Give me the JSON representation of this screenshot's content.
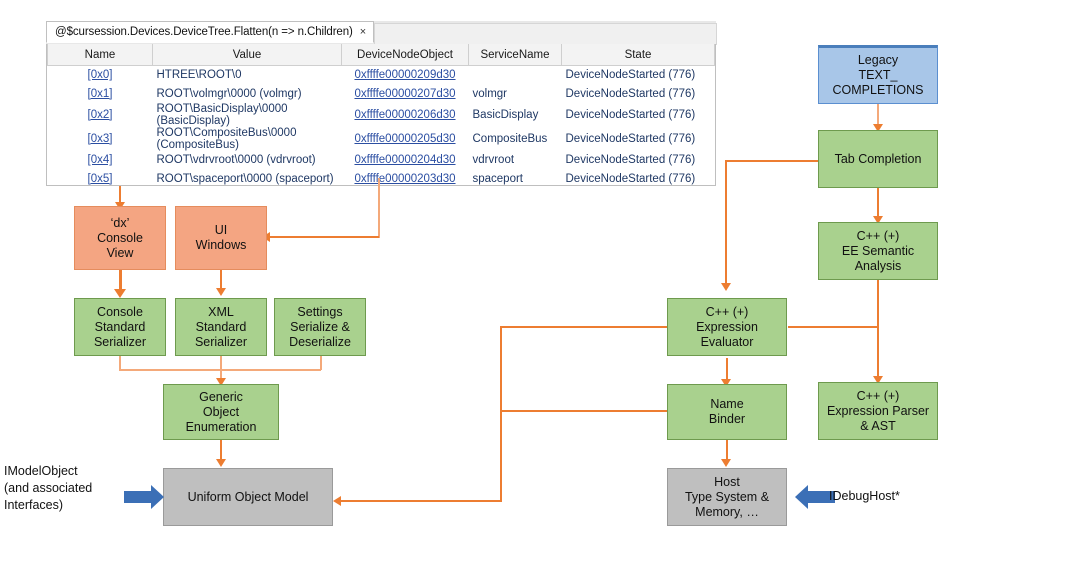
{
  "debugger_window": {
    "tab": {
      "label": "@$cursession.Devices.DeviceTree.Flatten(n => n.Children)",
      "close_icon": "×"
    },
    "grid": {
      "columns": [
        "Name",
        "Value",
        "DeviceNodeObject",
        "ServiceName",
        "State"
      ],
      "rows": [
        {
          "name": "[0x0]",
          "value": "HTREE\\ROOT\\0",
          "device_node_object": "0xffffe00000209d30",
          "service_name": "",
          "state": "DeviceNodeStarted (776)"
        },
        {
          "name": "[0x1]",
          "value": "ROOT\\volmgr\\0000 (volmgr)",
          "device_node_object": "0xffffe00000207d30",
          "service_name": "volmgr",
          "state": "DeviceNodeStarted (776)"
        },
        {
          "name": "[0x2]",
          "value": "ROOT\\BasicDisplay\\0000 (BasicDisplay)",
          "device_node_object": "0xffffe00000206d30",
          "service_name": "BasicDisplay",
          "state": "DeviceNodeStarted (776)"
        },
        {
          "name": "[0x3]",
          "value": "ROOT\\CompositeBus\\0000 (CompositeBus)",
          "device_node_object": "0xffffe00000205d30",
          "service_name": "CompositeBus",
          "state": "DeviceNodeStarted (776)"
        },
        {
          "name": "[0x4]",
          "value": "ROOT\\vdrvroot\\0000 (vdrvroot)",
          "device_node_object": "0xffffe00000204d30",
          "service_name": "vdrvroot",
          "state": "DeviceNodeStarted (776)"
        },
        {
          "name": "[0x5]",
          "value": "ROOT\\spaceport\\0000 (spaceport)",
          "device_node_object": "0xffffe00000203d30",
          "service_name": "spaceport",
          "state": "DeviceNodeStarted (776)"
        }
      ]
    }
  },
  "diagram": {
    "nodes": {
      "dx_console_view": {
        "label": "‘dx’\nConsole\nView",
        "color": "#F4A582"
      },
      "ui_windows": {
        "label": "UI\nWindows",
        "color": "#F4A582"
      },
      "console_serializer": {
        "label": "Console\nStandard\nSerializer",
        "color": "#A9D18E"
      },
      "xml_serializer": {
        "label": "XML\nStandard\nSerializer",
        "color": "#A9D18E"
      },
      "settings_serialize": {
        "label": "Settings\nSerialize &\nDeserialize",
        "color": "#A9D18E"
      },
      "generic_object_enum": {
        "label": "Generic\nObject\nEnumeration",
        "color": "#A9D18E"
      },
      "uniform_object_model": {
        "label": "Uniform Object Model",
        "color": "#BFBFBF"
      },
      "legacy_text_completions": {
        "label": "Legacy\nTEXT_\nCOMPLETIONS",
        "color": "#A8C6E8"
      },
      "tab_completion": {
        "label": "Tab Completion",
        "color": "#A9D18E"
      },
      "ee_semantic_analysis": {
        "label": "C++ (+)\nEE Semantic\nAnalysis",
        "color": "#A9D18E"
      },
      "expression_evaluator": {
        "label": "C++ (+)\nExpression\nEvaluator",
        "color": "#A9D18E"
      },
      "expression_parser_ast": {
        "label": "C++ (+)\nExpression Parser\n& AST",
        "color": "#A9D18E"
      },
      "name_binder": {
        "label": "Name\nBinder",
        "color": "#A9D18E"
      },
      "host_type_system": {
        "label": "Host\nType System &\nMemory, …",
        "color": "#BFBFBF"
      }
    },
    "captions": {
      "imodelobject": "IModelObject\n(and associated\nInterfaces)",
      "idebughost": "IDebugHost*"
    },
    "colors": {
      "connector": "#ED7D31",
      "block_arrow": "#3B6FB6",
      "orange_fill": "#F4A582",
      "green_fill": "#A9D18E",
      "blue_fill": "#A8C6E8",
      "gray_fill": "#BFBFBF"
    }
  }
}
